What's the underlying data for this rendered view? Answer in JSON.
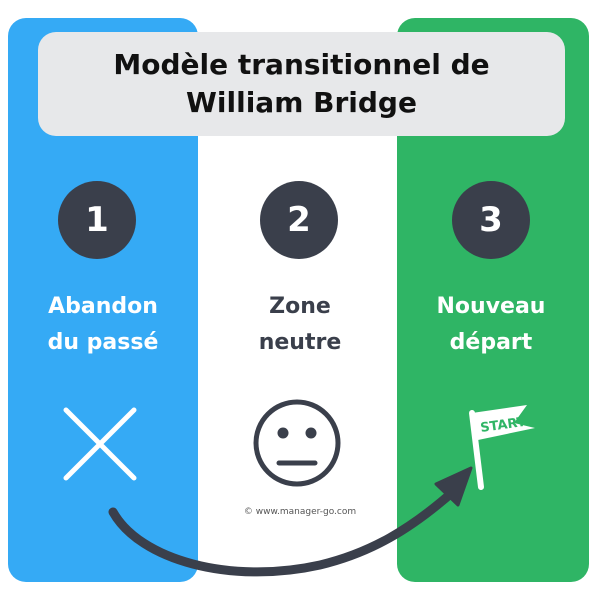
{
  "title_line1": "Modèle transitionnel de",
  "title_line2": "William Bridge",
  "steps": [
    {
      "number": "1",
      "line1": "Abandon",
      "line2": "du passé",
      "icon": "cross-icon"
    },
    {
      "number": "2",
      "line1": "Zone",
      "line2": "neutre",
      "icon": "neutral-face-icon"
    },
    {
      "number": "3",
      "line1": "Nouveau",
      "line2": "départ",
      "icon": "start-flag-icon"
    }
  ],
  "flag_text": "START",
  "copyright": "© www.manager-go.com",
  "colors": {
    "blue": "#35aaf5",
    "green": "#2fb565",
    "dark": "#3a3f4b",
    "title_bg": "#e7e8ea"
  }
}
